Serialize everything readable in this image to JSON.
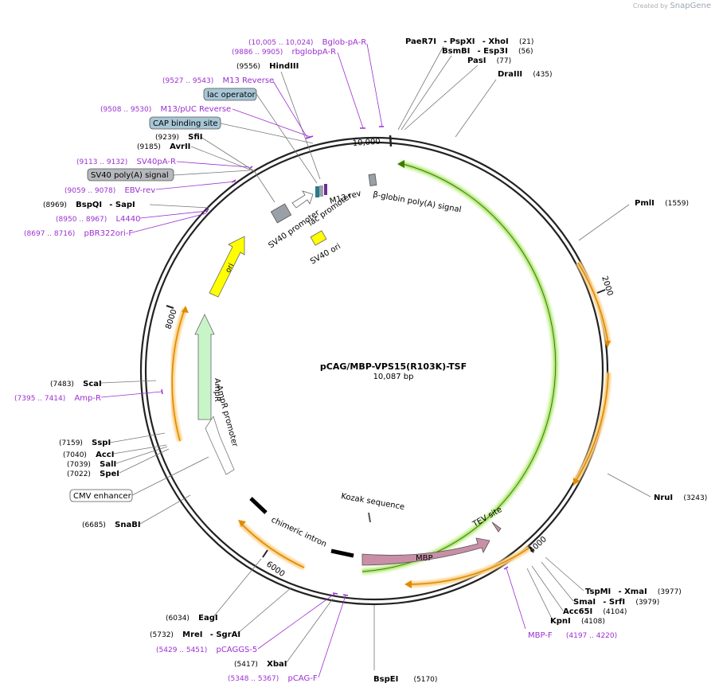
{
  "credit": {
    "prefix": "Created by",
    "brand": "SnapGene"
  },
  "plasmid": {
    "name": "pCAG/MBP-VPS15(R103K)-TSF",
    "size": "10,087 bp"
  },
  "ticks": [
    "2000",
    "4000",
    "6000",
    "8000",
    "10,000"
  ],
  "sites": [
    {
      "name": "PaeR7I",
      "sep": "- PspXI",
      "name2": "- XhoI",
      "pos": "(21)"
    },
    {
      "name": "BsmBI",
      "sep": "- Esp3I",
      "pos": "(56)"
    },
    {
      "name": "PasI",
      "pos": "(77)"
    },
    {
      "name": "DraIII",
      "pos": "(435)"
    },
    {
      "name": "PmlI",
      "pos": "(1559)"
    },
    {
      "name": "NruI",
      "pos": "(3243)"
    },
    {
      "name": "TspMI",
      "sep": "- XmaI",
      "pos": "(3977)"
    },
    {
      "name": "SmaI",
      "sep": "- SrfI",
      "pos": "(3979)"
    },
    {
      "name": "Acc65I",
      "pos": "(4104)"
    },
    {
      "name": "KpnI",
      "pos": "(4108)"
    },
    {
      "name": "BspEI",
      "pos": "(5170)"
    },
    {
      "name": "XbaI",
      "pos": "(5417)"
    },
    {
      "name": "MreI",
      "sep": "- SgrAI",
      "pos": "(5732)"
    },
    {
      "name": "EagI",
      "pos": "(6034)"
    },
    {
      "name": "SnaBI",
      "pos": "(6685)"
    },
    {
      "name": "SpeI",
      "pos": "(7022)"
    },
    {
      "name": "SalI",
      "pos": "(7039)"
    },
    {
      "name": "AccI",
      "pos": "(7040)"
    },
    {
      "name": "SspI",
      "pos": "(7159)"
    },
    {
      "name": "ScaI",
      "pos": "(7483)"
    },
    {
      "name": "BspQI",
      "sep": "- SapI",
      "pos": "(8969)"
    },
    {
      "name": "AvrII",
      "pos": "(9185)"
    },
    {
      "name": "SfiI",
      "pos": "(9239)"
    },
    {
      "name": "HindIII",
      "pos": "(9556)"
    }
  ],
  "primers": [
    {
      "range": "(10,005 .. 10,024)",
      "name": "Bglob-pA-R"
    },
    {
      "range": "(9886 .. 9905)",
      "name": "rbglobpA-R"
    },
    {
      "range": "(9527 .. 9543)",
      "name": "M13 Reverse"
    },
    {
      "range": "(9508 .. 9530)",
      "name": "M13/pUC Reverse"
    },
    {
      "range": "(9113 .. 9132)",
      "name": "SV40pA-R"
    },
    {
      "range": "(9059 .. 9078)",
      "name": "EBV-rev"
    },
    {
      "range": "(8950 .. 8967)",
      "name": "L4440"
    },
    {
      "range": "(8697 .. 8716)",
      "name": "pBR322ori-F"
    },
    {
      "range": "(7395 .. 7414)",
      "name": "Amp-R"
    },
    {
      "range": "(5429 .. 5451)",
      "name": "pCAGGS-5"
    },
    {
      "range": "(5348 .. 5367)",
      "name": "pCAG-F"
    },
    {
      "range": "(4197 .. 4220)",
      "name": "MBP-F"
    }
  ],
  "boxed_features": [
    {
      "name": "lac operator"
    },
    {
      "name": "CAP binding site"
    },
    {
      "name": "SV40 poly(A) signal"
    },
    {
      "name": "CMV enhancer"
    }
  ],
  "inner_labels": [
    "SV40 promoter",
    "lac promoter",
    "M13 rev",
    "β-globin poly(A) signal",
    "SV40 ori",
    "ori",
    "AmpR",
    "AmpR promoter",
    "chimeric intron",
    "Kozak sequence",
    "MBP",
    "TEV site"
  ],
  "colors": {
    "backbone": "#222222",
    "enzyme": "#000000",
    "primer": "#9b2fd1",
    "orf_green": "#b8e986",
    "orange_feature": "#f5a623",
    "ori_yellow": "#ffff00",
    "ampr_green": "#c8f5c8",
    "mbp_mauve": "#c98fa6",
    "gray_feature": "#9aa0a8",
    "boxed_bg": "#a7c6d6"
  }
}
